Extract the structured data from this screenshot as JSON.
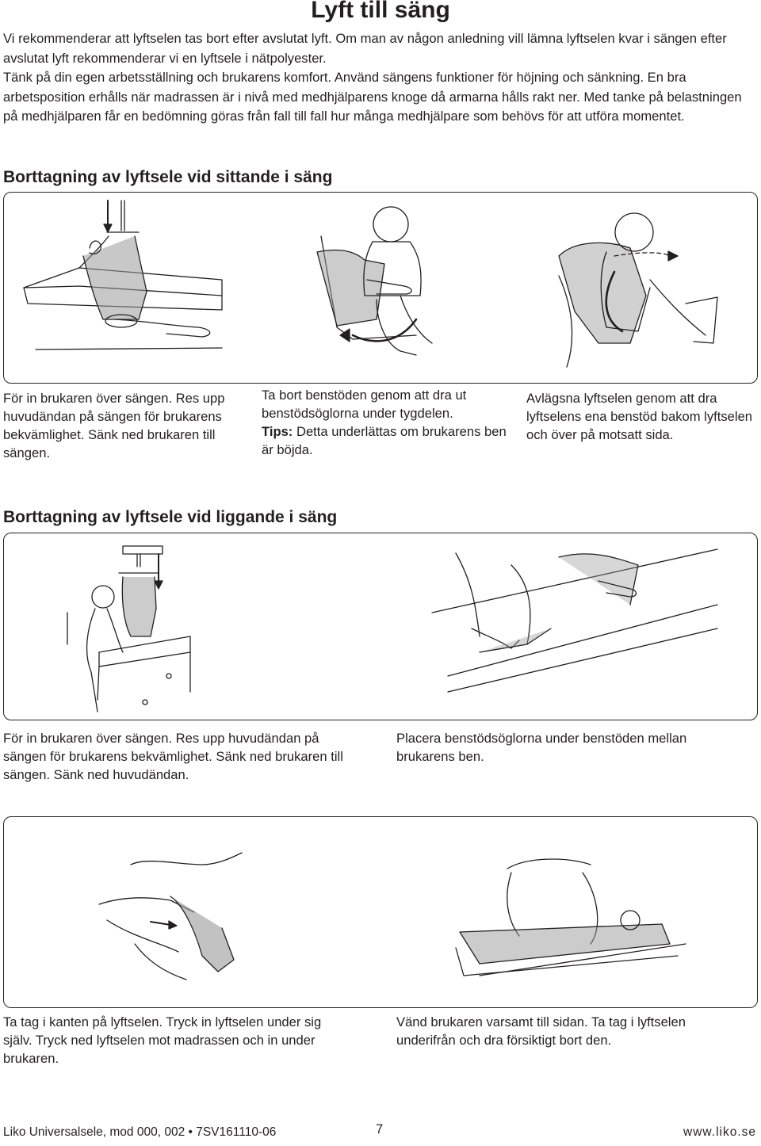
{
  "title": "Lyft till säng",
  "intro": {
    "p1": "Vi rekommenderar att lyftselen tas bort efter avslutat lyft. Om man av någon anledning vill lämna lyftselen kvar i sängen efter avslutat lyft rekommenderar vi en lyftsele i nätpolyester.",
    "p2": "Tänk på din egen arbetsställning och brukarens komfort. Använd sängens funktioner för höjning och sänkning. En bra arbetsposition erhålls när madrassen är i nivå med medhjälparens knoge då armarna hålls rakt ner. Med tanke på belastningen på medhjälparen får en bedömning göras från fall till fall hur många medhjälpare som behövs för att utföra momentet."
  },
  "section1": {
    "heading": "Borttagning av lyftsele vid sittande i säng",
    "captions": [
      "För in brukaren över sängen. Res upp huvudändan på sängen för brukarens bekvämlighet. Sänk ned brukaren till sängen.",
      "Ta bort benstöden genom att dra ut benstödsöglorna under tygdelen.",
      "Avlägsna lyftselen genom att dra lyftselens ena benstöd bakom lyftselen och över på motsatt sida."
    ],
    "tips_label": "Tips:",
    "tips_text": " Detta underlättas om brukarens ben är böjda."
  },
  "section2": {
    "heading": "Borttagning av lyftsele vid liggande i säng",
    "captions": [
      "För in brukaren över sängen. Res upp huvudändan på sängen för brukarens bekvämlighet. Sänk ned brukaren till sängen. Sänk ned huvudändan.",
      "Placera benstödsöglorna under benstöden mellan brukarens ben.",
      "Ta tag i kanten på lyftselen. Tryck in lyftselen under sig själv. Tryck ned lyftselen mot madrassen och in under brukaren.",
      "Vänd brukaren varsamt till sidan. Ta tag i lyftselen underifrån och dra försiktigt bort den."
    ]
  },
  "footer": {
    "left": "Liko Universalsele, mod 000, 002 • 7SV161110-06",
    "page": "7",
    "right": "www.liko.se"
  },
  "colors": {
    "text": "#231f20",
    "sling": "#9a9a9a",
    "sling_light": "#c4c4c4"
  }
}
